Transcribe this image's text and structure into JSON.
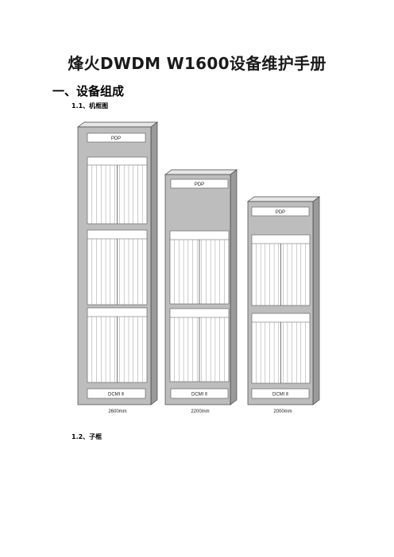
{
  "document": {
    "title": "烽火DWDM W1600设备维护手册",
    "section_1": "一、设备组成",
    "subsection_1_1": "1.1、机框图",
    "subsection_1_2": "1.2、子框"
  },
  "figure": {
    "racks": [
      {
        "top_label": "PDP",
        "bottom_label": "DCMI Ⅱ",
        "height_label": "2600mm"
      },
      {
        "top_label": "PDP",
        "bottom_label": "DCMI Ⅱ",
        "height_label": "2200mm"
      },
      {
        "top_label": "PDP",
        "bottom_label": "DCMI Ⅱ",
        "height_label": "2000mm"
      }
    ]
  }
}
